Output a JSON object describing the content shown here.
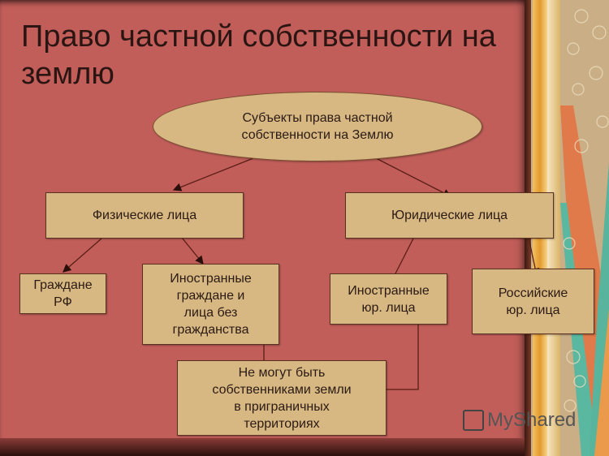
{
  "title_line1": "Право частной собственности на",
  "title_line2": "землю",
  "nodes": {
    "root": "Субъекты права частной\nсобственности на Землю",
    "individuals": "Физические лица",
    "legal_entities": "Юридические лица",
    "citizens_rf": "Граждане\nРФ",
    "foreign_citizens": "Иностранные\nграждане и\nлица без\nгражданства",
    "foreign_legal": "Иностранные\nюр. лица",
    "russian_legal": "Российские\nюр. лица",
    "restriction": "Не могут быть\nсобственниками земли\nв приграничных\nтерриториях"
  },
  "colors": {
    "background": "#c25e5a",
    "node_fill": "#d8b882",
    "line": "#5a1e14"
  },
  "watermark": "MyShared"
}
